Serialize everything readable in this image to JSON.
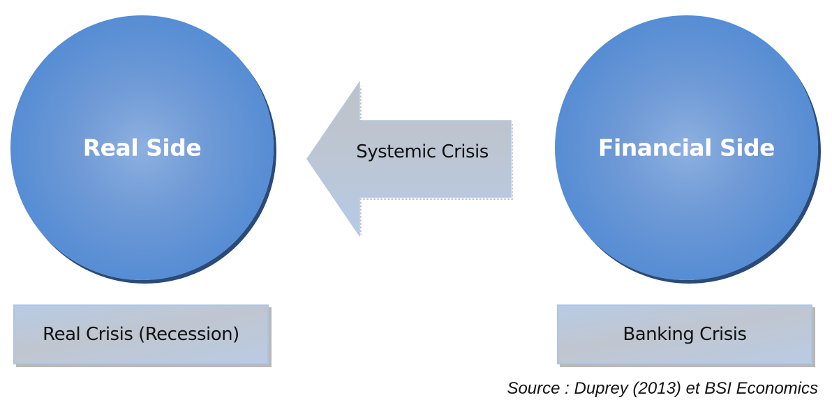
{
  "diagram": {
    "left_node": {
      "label": "Real Side",
      "caption": "Real Crisis (Recession)"
    },
    "right_node": {
      "label": "Financial Side",
      "caption": "Banking Crisis"
    },
    "arrow": {
      "label": "Systemic Crisis",
      "direction": "right-to-left"
    },
    "source": "Source : Duprey (2013) et BSI Economics",
    "colors": {
      "circle_fill": "#528bd3",
      "circle_highlight": "#8db0e0",
      "circle_shadow": "#2b4a78",
      "box_fill": "#b8cbe4",
      "arrow_fill": "#b9cbe3",
      "text_dark": "#111111",
      "text_light": "#ffffff"
    }
  }
}
